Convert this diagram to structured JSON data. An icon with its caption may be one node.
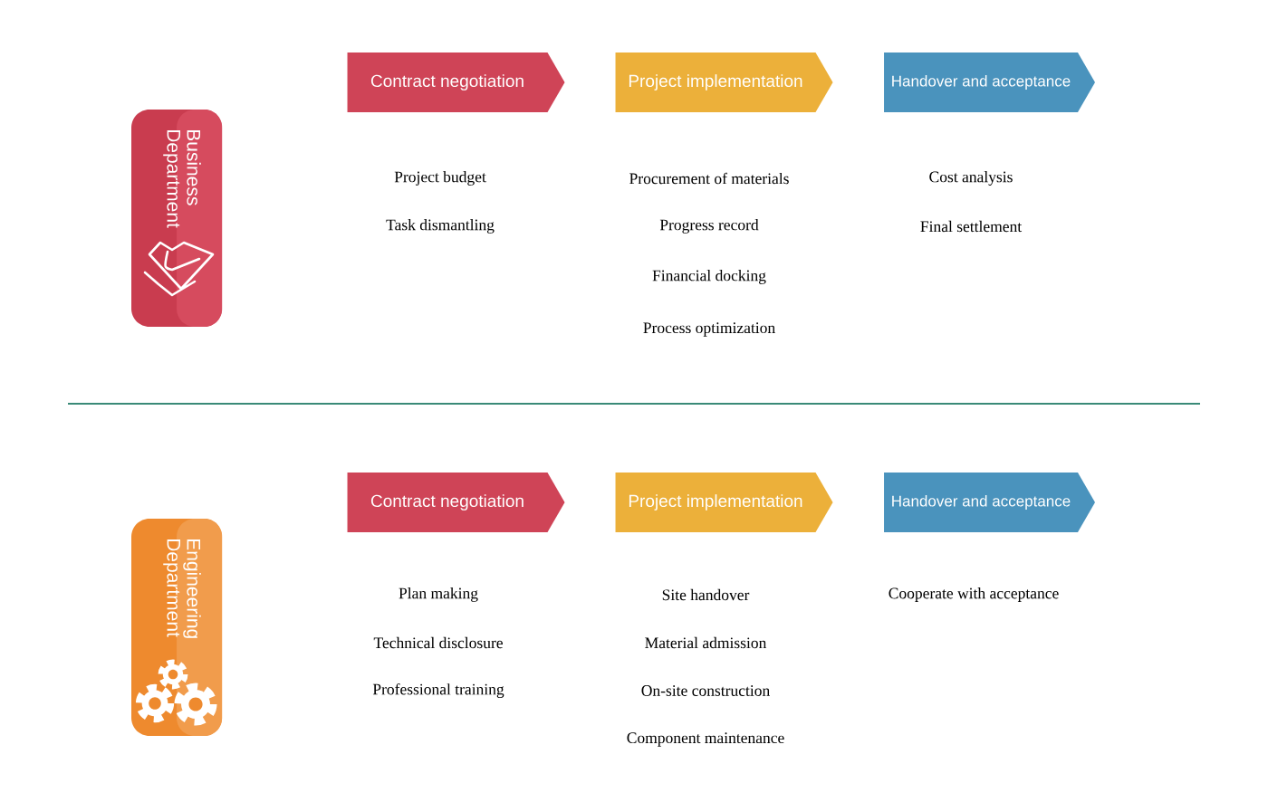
{
  "diagram": {
    "nodes": [
      {
        "text": [
          "Business Department"
        ]
      },
      {
        "text": [
          "Contract negotiation"
        ]
      },
      {
        "text": [
          "Project implementation"
        ]
      },
      {
        "text": [
          "Handover and acceptance"
        ]
      },
      {
        "text": [
          "Engineering Department"
        ]
      },
      {
        "text": [
          "Contract negotiation"
        ]
      },
      {
        "text": [
          "Project implementation"
        ]
      },
      {
        "text": [
          "Handover and acceptance"
        ]
      }
    ],
    "edges": [],
    "labels": [
      "Project budget",
      "Task dismantling",
      "Procurement of materials",
      "Progress record",
      "Financial docking",
      "Process optimization",
      "Cost analysis",
      "Final settlement",
      "Plan making",
      "Technical disclosure",
      "Professional training",
      "Site handover",
      "Material admission",
      "On-site construction",
      "Component maintenance",
      "Cooperate with acceptance"
    ]
  }
}
